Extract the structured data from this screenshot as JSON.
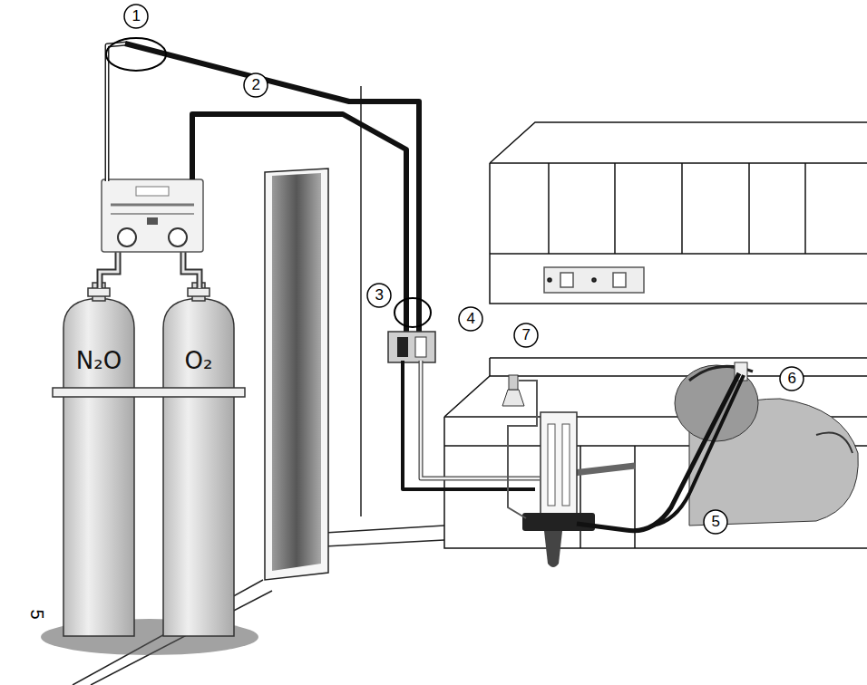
{
  "diagram": {
    "nodes": [
      {
        "text": [
          "N₂O"
        ]
      },
      {
        "text": [
          "O₂"
        ]
      }
    ],
    "labels": [
      "1",
      "2",
      "3",
      "4",
      "5",
      "6",
      "7",
      "5"
    ]
  }
}
